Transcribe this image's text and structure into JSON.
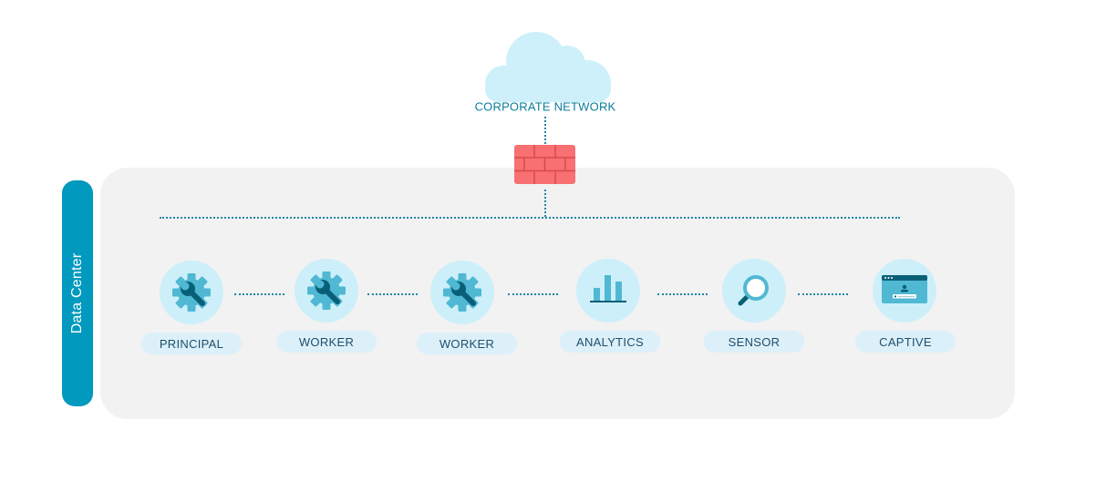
{
  "diagram": {
    "cloud": {
      "label": "CORPORATE NETWORK",
      "icon": "cloud-icon",
      "color": "#cdf0fa"
    },
    "firewall": {
      "icon": "firewall-icon",
      "color": "#f87071"
    },
    "zone": {
      "label": "Data Center",
      "color": "#0199bd",
      "background": "#f2f2f2"
    },
    "nodes": [
      {
        "label": "PRINCIPAL",
        "icon": "gear-wrench-icon"
      },
      {
        "label": "WORKER",
        "icon": "gear-wrench-icon"
      },
      {
        "label": "WORKER",
        "icon": "gear-wrench-icon"
      },
      {
        "label": "ANALYTICS",
        "icon": "bar-chart-icon"
      },
      {
        "label": "SENSOR",
        "icon": "magnifier-icon"
      },
      {
        "label": "CAPTIVE",
        "icon": "login-window-icon"
      }
    ],
    "colors": {
      "icon_primary": "#50b8d3",
      "icon_dark": "#0a5f78",
      "connector": "#1f86a3"
    }
  }
}
